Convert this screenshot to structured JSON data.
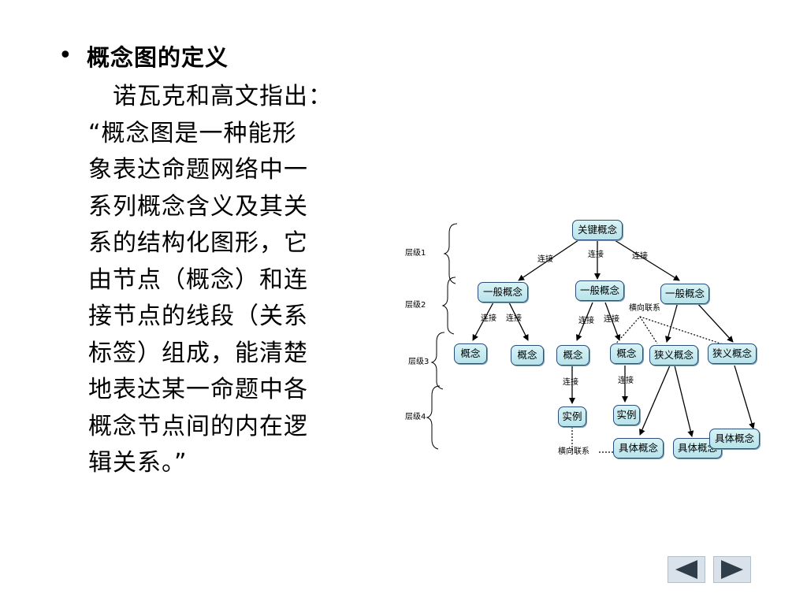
{
  "slide": {
    "bullet": "•",
    "heading": "概念图的定义",
    "body_lines": [
      "　诺瓦克和高文指出：",
      "“概念图是一种能形",
      "象表达命题网络中一",
      "系列概念含义及其关",
      "系的结构化图形，它",
      "由节点（概念）和连",
      "接节点的线段（关系",
      "标签）组成，能清楚",
      "地表达某一命题中各",
      "概念节点间的内在逻",
      "辑关系。”"
    ]
  },
  "diagram": {
    "levels": [
      "层级1",
      "层级2",
      "层级3",
      "层级4"
    ],
    "nodes": {
      "key": "关键概念",
      "general_left": "一般概念",
      "general_mid": "一般概念",
      "general_right": "一般概念",
      "c1": "概念",
      "c2": "概念",
      "c3": "概念",
      "c4": "概念",
      "narrow1": "狭义概念",
      "narrow2": "狭义概念",
      "example1": "实例",
      "example2": "实例",
      "specific1": "具体概念",
      "specific2": "具体概念",
      "specific3": "具体概念"
    },
    "link_labels": {
      "top_left": "连接",
      "top_mid": "连接",
      "top_right": "连接",
      "l2_a": "连接",
      "l2_b": "连接",
      "l2_c": "连接",
      "l2_d": "连接",
      "cross_top": "横向联系",
      "l3_a": "连接",
      "l3_b": "连接",
      "cross_bottom": "横向联系"
    }
  },
  "nav": {
    "prev_icon": "triangle-left-icon",
    "next_icon": "triangle-right-icon"
  }
}
